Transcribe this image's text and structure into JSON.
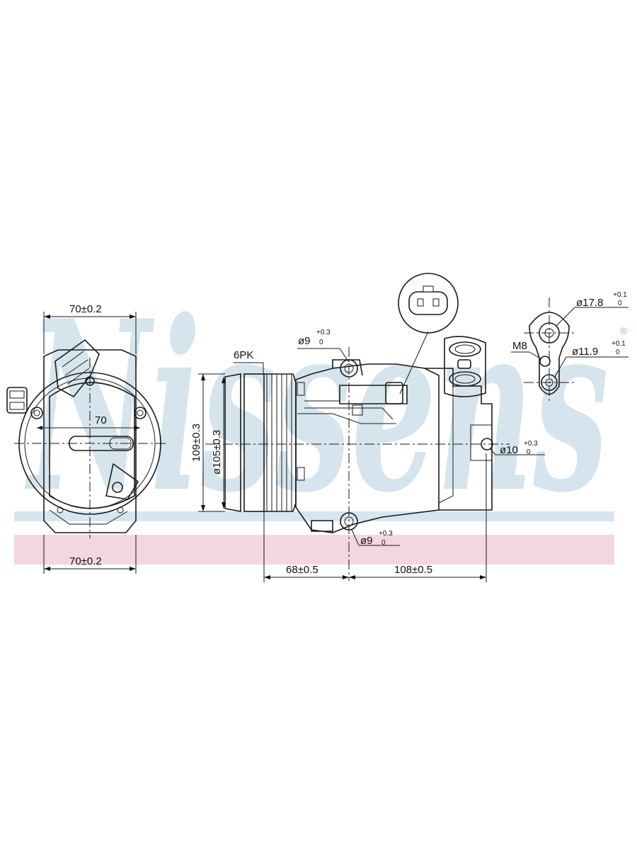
{
  "watermark": {
    "text": "Nissens",
    "registered": "®"
  },
  "colors": {
    "band_blue": "#d6e6f0",
    "band_pink": "#f3d6de",
    "watermark": "#c9dbe8",
    "line": "#1a1a1a"
  },
  "front_view": {
    "top_width": "70±0.2",
    "bottom_width": "70±0.2",
    "inner_width": "70"
  },
  "side_view": {
    "pulley_label": "6PK",
    "height_dim": "109±0.3",
    "pulley_dia": "ø105±0.3",
    "bolt_top": {
      "main": "ø9",
      "tol_upper": "+0.3",
      "tol_lower": "0"
    },
    "bolt_bottom": {
      "main": "ø9",
      "tol_upper": "+0.3",
      "tol_lower": "0"
    },
    "bolt_rear": {
      "main": "ø10",
      "tol_upper": "+0.3",
      "tol_lower": "0"
    },
    "len_front": "68±0.5",
    "len_rear": "108±0.5"
  },
  "port_detail": {
    "large_port": {
      "main": "ø17.8",
      "tol_upper": "+0.1",
      "tol_lower": "0"
    },
    "small_port": {
      "main": "ø11.9",
      "tol_upper": "+0.1",
      "tol_lower": "0"
    },
    "thread": "M8"
  }
}
